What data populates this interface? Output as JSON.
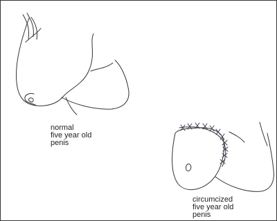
{
  "colors": {
    "line": "#333333",
    "suture": "#3a3a55",
    "background": "#ffffff"
  },
  "labels": {
    "normal": [
      "normal",
      "five year old",
      "penis"
    ],
    "circumcized": [
      "circumcized",
      "five year old",
      "penis"
    ]
  }
}
